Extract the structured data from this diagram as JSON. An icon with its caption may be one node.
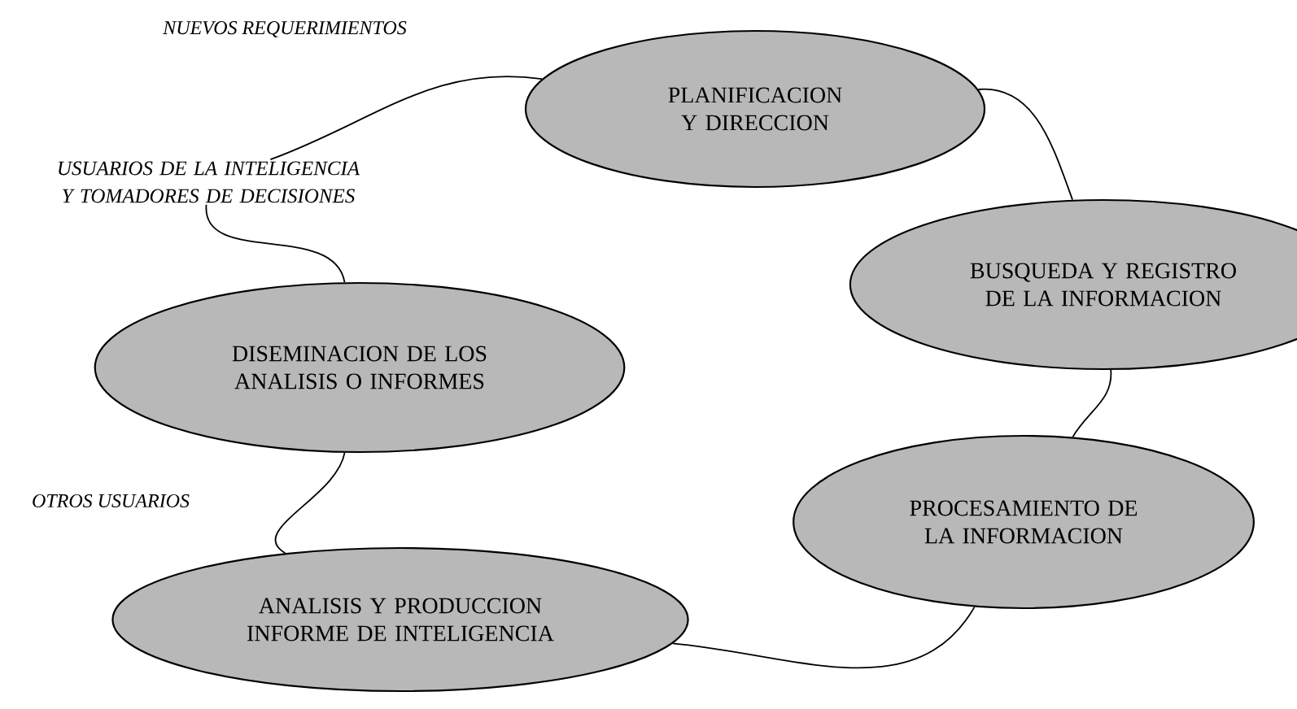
{
  "diagram": {
    "nodes": [
      {
        "text": [
          "PLANIFICACION Y DIRECCION"
        ]
      },
      {
        "text": [
          "USUARIOS DE LA INTELIGENCIA Y TOMADORES DE DECISIONES"
        ]
      },
      {
        "text": [
          "BUSQUEDA Y REGISTRO DE LA INFORMACION"
        ]
      },
      {
        "text": [
          "DISEMINACION DE LOS ANALISIS O INFORMES"
        ]
      },
      {
        "text": [
          "PROCESAMIENTO DE LA INFORMACION"
        ]
      },
      {
        "text": [
          "ANALISIS Y PRODUCCION INFORME DE INTELIGENCIA"
        ]
      }
    ],
    "edges": [
      {
        "from": 0,
        "to": 1,
        "arrow": "none",
        "label": "NUEVOS REQUERIMIENTOS"
      },
      {
        "from": 1,
        "to": 3,
        "arrow": "none"
      },
      {
        "from": 3,
        "to": 5,
        "arrow": "none",
        "label": "OTROS USUARIOS"
      },
      {
        "from": 5,
        "to": 4,
        "arrow": "none"
      },
      {
        "from": 4,
        "to": 2,
        "arrow": "none"
      },
      {
        "from": 2,
        "to": 0,
        "arrow": "none"
      }
    ]
  }
}
